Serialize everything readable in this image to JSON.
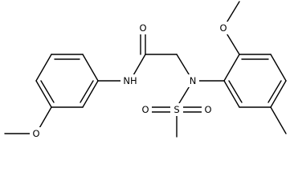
{
  "molecule": {
    "atoms": {
      "o_methoxy_top": "O",
      "o_carbonyl": "O",
      "nh_amide": "NH",
      "n_sulfonamide": "N",
      "s_sulfonyl": "S",
      "o_sulfonyl_left": "O",
      "o_sulfonyl_right": "O",
      "o_methoxy_bottom": "O"
    }
  }
}
